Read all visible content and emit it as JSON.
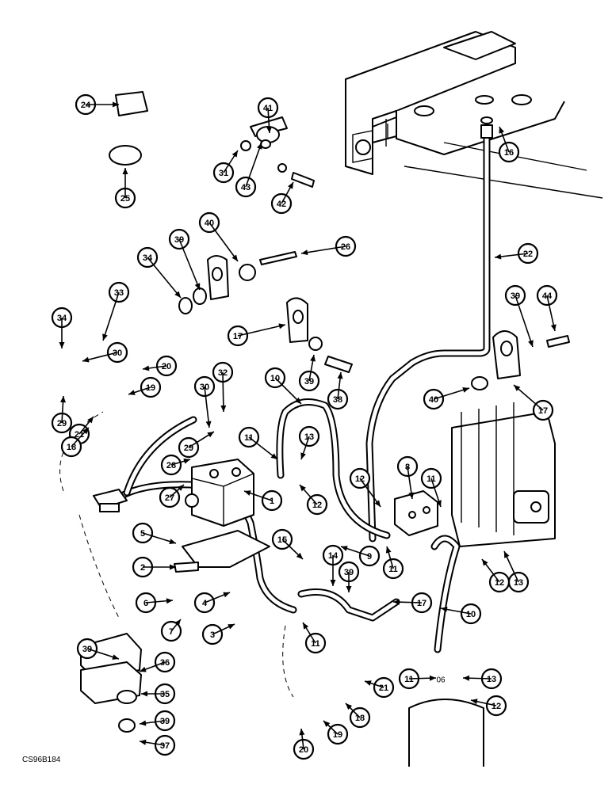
{
  "caption": "CS96B184",
  "inline_label": "06",
  "callouts": [
    {
      "num": "24"
    },
    {
      "num": "41"
    },
    {
      "num": "16"
    },
    {
      "num": "31"
    },
    {
      "num": "43"
    },
    {
      "num": "25"
    },
    {
      "num": "42"
    },
    {
      "num": "40"
    },
    {
      "num": "26"
    },
    {
      "num": "22"
    },
    {
      "num": "34"
    },
    {
      "num": "39"
    },
    {
      "num": "33"
    },
    {
      "num": "39"
    },
    {
      "num": "44"
    },
    {
      "num": "34"
    },
    {
      "num": "17"
    },
    {
      "num": "30"
    },
    {
      "num": "20"
    },
    {
      "num": "32"
    },
    {
      "num": "10"
    },
    {
      "num": "39"
    },
    {
      "num": "38"
    },
    {
      "num": "40"
    },
    {
      "num": "17"
    },
    {
      "num": "29"
    },
    {
      "num": "21"
    },
    {
      "num": "19"
    },
    {
      "num": "30"
    },
    {
      "num": "18"
    },
    {
      "num": "29"
    },
    {
      "num": "11"
    },
    {
      "num": "13"
    },
    {
      "num": "28"
    },
    {
      "num": "8"
    },
    {
      "num": "11"
    },
    {
      "num": "12"
    },
    {
      "num": "27"
    },
    {
      "num": "1"
    },
    {
      "num": "12"
    },
    {
      "num": "5"
    },
    {
      "num": "15"
    },
    {
      "num": "9"
    },
    {
      "num": "11"
    },
    {
      "num": "14"
    },
    {
      "num": "2"
    },
    {
      "num": "39"
    },
    {
      "num": "12"
    },
    {
      "num": "13"
    },
    {
      "num": "6"
    },
    {
      "num": "4"
    },
    {
      "num": "17"
    },
    {
      "num": "10"
    },
    {
      "num": "7"
    },
    {
      "num": "3"
    },
    {
      "num": "11"
    },
    {
      "num": "39"
    },
    {
      "num": "36"
    },
    {
      "num": "11"
    },
    {
      "num": "13"
    },
    {
      "num": "35"
    },
    {
      "num": "21"
    },
    {
      "num": "12"
    },
    {
      "num": "39"
    },
    {
      "num": "18"
    },
    {
      "num": "19"
    },
    {
      "num": "20"
    },
    {
      "num": "37"
    }
  ]
}
